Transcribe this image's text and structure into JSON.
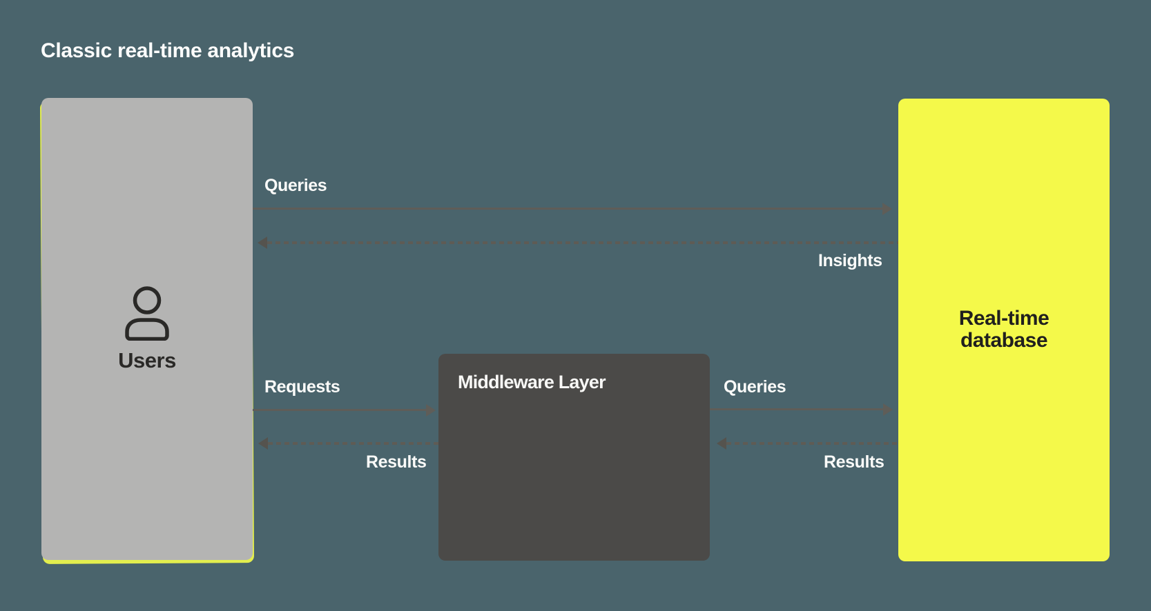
{
  "title": "Classic real-time analytics",
  "nodes": {
    "users": {
      "label": "Users",
      "icon": "person-icon",
      "color": "#b4b4b3",
      "accent_color": "#e3ee4e",
      "text_color": "#2a2927"
    },
    "middleware": {
      "label": "Middleware Layer",
      "color": "#4b4a48",
      "text_color": "#f8f8f6"
    },
    "database": {
      "label": "Real-time database",
      "color": "#f4f94a",
      "text_color": "#201f1e"
    }
  },
  "edges": [
    {
      "from": "users",
      "to": "database",
      "label": "Queries",
      "style": "solid",
      "direction": "right"
    },
    {
      "from": "database",
      "to": "users",
      "label": "Insights",
      "style": "dashed",
      "direction": "left"
    },
    {
      "from": "users",
      "to": "middleware",
      "label": "Requests",
      "style": "solid",
      "direction": "right"
    },
    {
      "from": "middleware",
      "to": "users",
      "label": "Results",
      "style": "dashed",
      "direction": "left"
    },
    {
      "from": "middleware",
      "to": "database",
      "label": "Queries",
      "style": "solid",
      "direction": "right"
    },
    {
      "from": "database",
      "to": "middleware",
      "label": "Results",
      "style": "dashed",
      "direction": "left"
    }
  ],
  "colors": {
    "background": "#4a646c",
    "arrow_solid": "#5f5d58",
    "arrow_dashed": "#5e5b55",
    "edge_label_text": "#fbfbf9",
    "title_text": "#fdfdfc"
  }
}
